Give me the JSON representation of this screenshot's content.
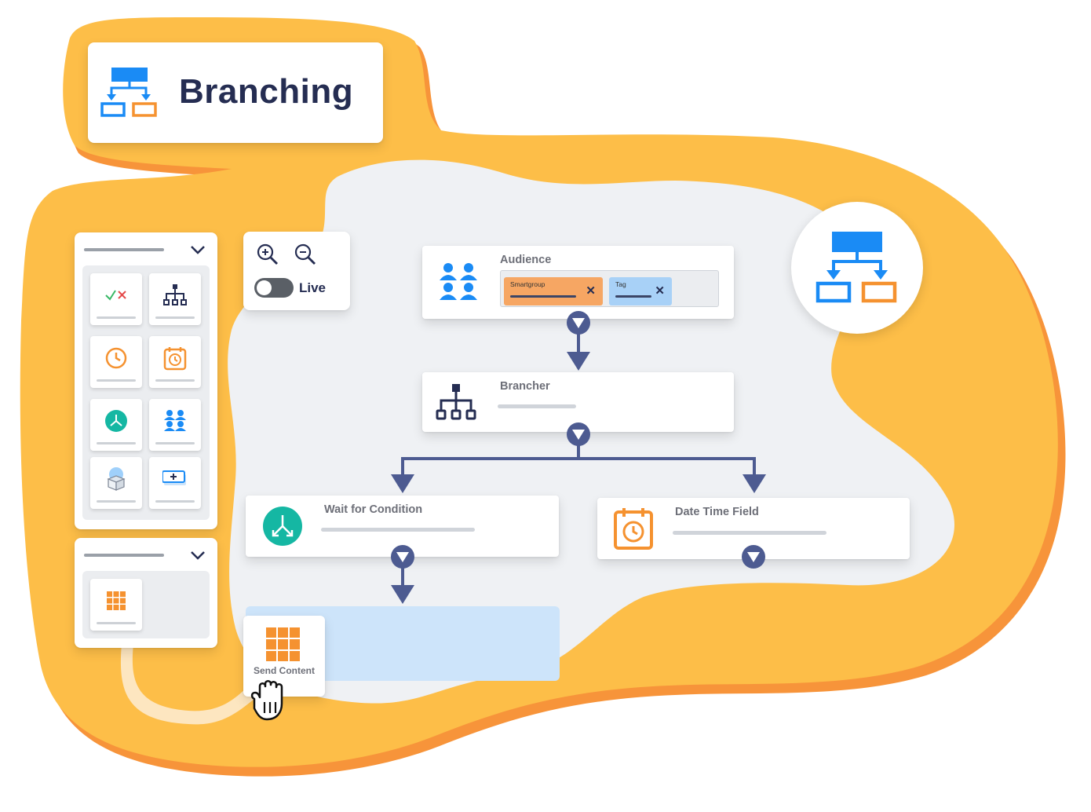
{
  "title": "Branching",
  "colors": {
    "blob": "#fdbe48",
    "canvas": "#eff1f4",
    "accent_blue": "#1a8bf5",
    "accent_orange": "#f59230",
    "teal": "#15b7a3",
    "connector": "#4d5b91",
    "text_dark": "#252d52"
  },
  "toolbar": {
    "zoom_in_icon": "zoom-in-icon",
    "zoom_out_icon": "zoom-out-icon",
    "live_label": "Live",
    "live_on": false
  },
  "palette": {
    "groups": [
      {
        "tiles": [
          "check-cross-icon",
          "brancher-icon",
          "clock-icon",
          "calendar-clock-icon",
          "wait-condition-icon",
          "audience-icon",
          "box-icon",
          "add-content-icon"
        ]
      },
      {
        "tiles": [
          "grid-icon"
        ]
      }
    ]
  },
  "flow": {
    "audience": {
      "title": "Audience",
      "filters": [
        {
          "label": "Smartgroup",
          "color": "#f6a663"
        },
        {
          "label": "Tag",
          "color": "#a8d1f7"
        }
      ]
    },
    "brancher": {
      "title": "Brancher"
    },
    "wait_for_condition": {
      "title": "Wait for Condition"
    },
    "date_time_field": {
      "title": "Date Time Field"
    },
    "send_content": {
      "label": "Send Content"
    }
  }
}
